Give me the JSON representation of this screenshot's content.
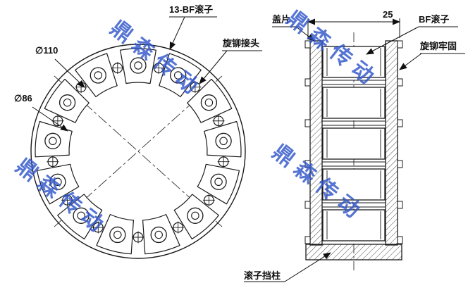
{
  "watermark": {
    "text": "鼎森传动",
    "color": "#2f56c9"
  },
  "front_view": {
    "roller_count": 13,
    "labels": {
      "rollers": "13-BF滚子",
      "rivet_joint": "旋铆接头",
      "outer_diameter": "∅110",
      "inner_diameter": "∅86"
    }
  },
  "side_view": {
    "labels": {
      "cover_plate": "盖片",
      "width_dimension": "25",
      "roller": "BF滚子",
      "rivet_secure": "旋铆牢固",
      "roller_stop_post": "滚子挡柱"
    }
  }
}
